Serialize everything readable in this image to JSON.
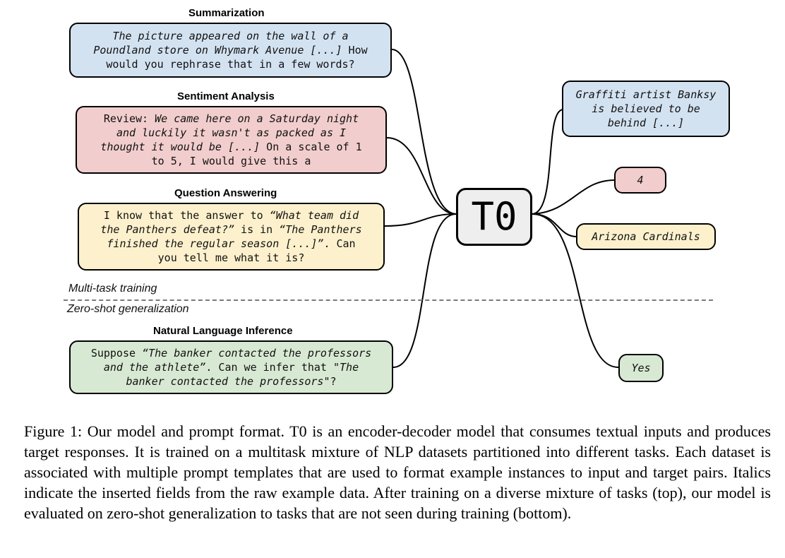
{
  "sections": {
    "summarization": "Summarization",
    "sentiment": "Sentiment Analysis",
    "qa": "Question Answering",
    "nli": "Natural Language Inference"
  },
  "inputs": {
    "summarization": {
      "color": "#d3e2f1",
      "line1": "The picture appeared on the wall of a",
      "line2_italic": "Poundland store on Whymark Avenue [...]",
      "line2_plain": " How",
      "line3": "would you rephrase that in a few words?"
    },
    "sentiment": {
      "color": "#f2cdcd",
      "line1_plain": "Review: ",
      "line1_italic": "We came here on a Saturday night",
      "line2": "and luckily it wasn't as packed as I",
      "line3_italic": "thought it would be [...]",
      "line3_plain": " On a scale of 1",
      "line4": "to 5, I would give this a"
    },
    "qa": {
      "color": "#fdf1cd",
      "line1_plain": "I know that the answer to ",
      "line1_italic": "“What team did",
      "line2_italic": "the Panthers defeat?”",
      "line2_plain": " is in ",
      "line2_italic_b": "“The Panthers",
      "line3_italic": "finished the regular season [...]”",
      "line3_plain": ". Can",
      "line4": "you tell me what it is?"
    },
    "nli": {
      "color": "#d8e9d3",
      "line1_plain": "Suppose ",
      "line1_italic": "“The banker contacted the professors",
      "line2_italic": "and the athlete”",
      "line2_plain": ". Can we infer that \"",
      "line2_italic_b": "The",
      "line3_italic": "banker contacted the professors",
      "line3_plain": "\"?"
    }
  },
  "model": {
    "label": "T0"
  },
  "outputs": {
    "summarization": {
      "line1": "Graffiti artist Banksy",
      "line2": "is believed to be",
      "line3": "behind [...]"
    },
    "sentiment": "4",
    "qa": "Arizona Cardinals",
    "nli": "Yes"
  },
  "regions": {
    "top": "Multi-task training",
    "bottom": "Zero-shot generalization"
  },
  "caption": "Figure 1: Our model and prompt format. T0 is an encoder-decoder model that consumes textual inputs and produces target responses. It is trained on a multitask mixture of NLP datasets partitioned into different tasks. Each dataset is associated with multiple prompt templates that are used to format example instances to input and target pairs. Italics indicate the inserted fields from the raw example data. After training on a diverse mixture of tasks (top), our model is evaluated on zero-shot generalization to tasks that are not seen during training (bottom)."
}
